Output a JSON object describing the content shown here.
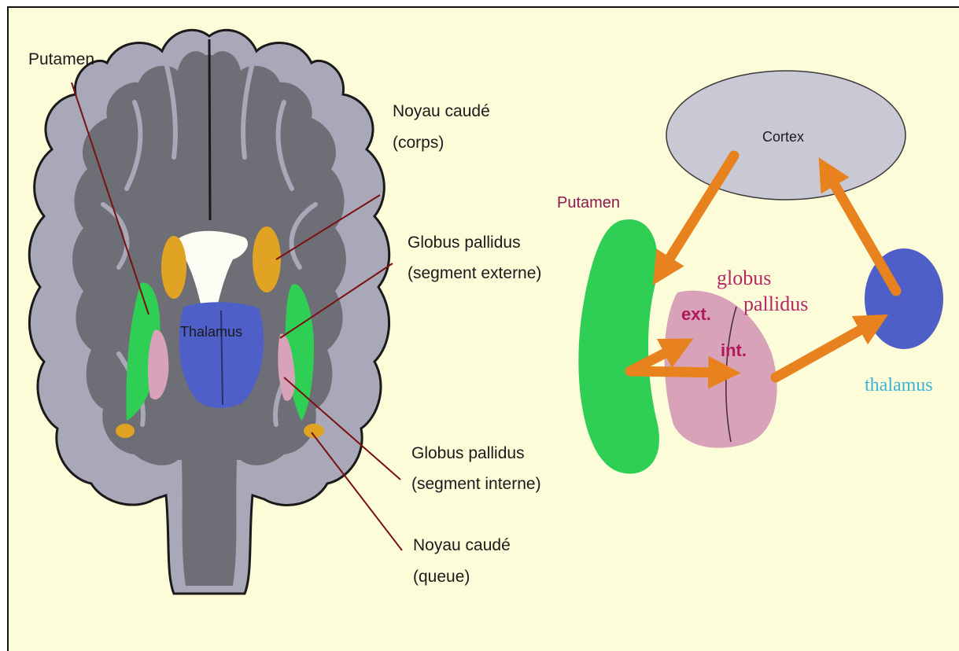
{
  "colors": {
    "background": "#fdfcd9",
    "cortex_gray": "#a8a8b8",
    "white_matter": "#6e6e76",
    "putamen_green": "#2fcf55",
    "globus_pink": "#d8a3b8",
    "caudate_orange": "#e0a324",
    "thalamus_blue": "#4f5fc8",
    "arrow_orange": "#e8821f",
    "cortex_oval": "#c9c9d6",
    "leader_line": "#7a1010"
  },
  "left_panel": {
    "putamen": "Putamen",
    "noyau_corps_1": "Noyau caudé",
    "noyau_corps_2": "(corps)",
    "gp_externe_1": "Globus pallidus",
    "gp_externe_2": "(segment externe)",
    "thalamus": "Thalamus",
    "gp_interne_1": "Globus pallidus",
    "gp_interne_2": "(segment interne)",
    "noyau_queue_1": "Noyau caudé",
    "noyau_queue_2": "(queue)"
  },
  "right_panel": {
    "cortex": "Cortex",
    "putamen": "Putamen",
    "globus": "globus",
    "pallidus": "pallidus",
    "ext": "ext.",
    "int": "int.",
    "thalamus": "thalamus"
  },
  "icons": [
    "coronal-brain-section",
    "circuit-arrows"
  ]
}
